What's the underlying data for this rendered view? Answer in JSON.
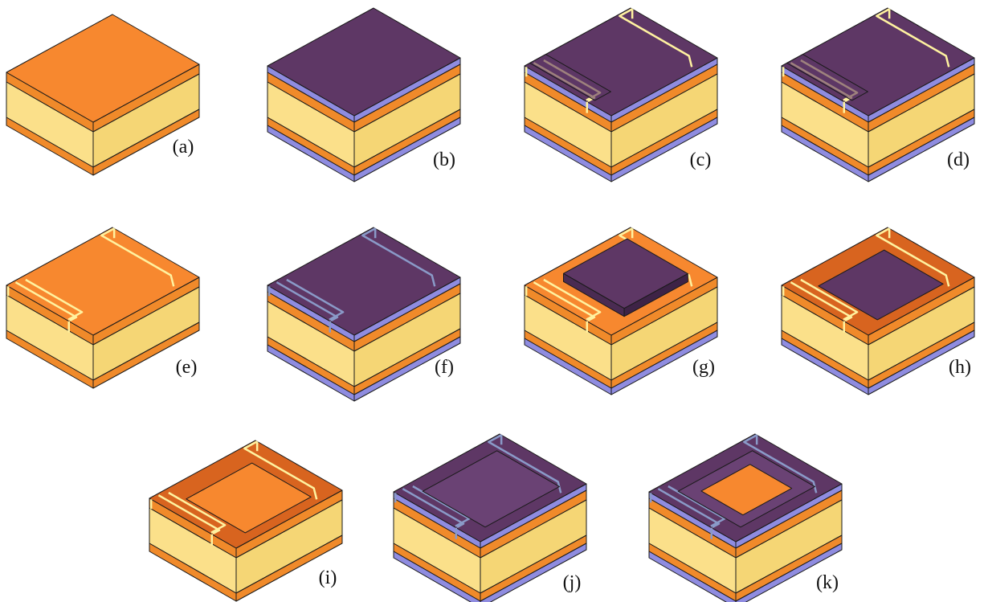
{
  "figure": {
    "panels": [
      {
        "label": "(a)",
        "stack": "bare",
        "pattern": "none",
        "top": "substrate"
      },
      {
        "label": "(b)",
        "stack": "resist",
        "pattern": "none",
        "top": "resist"
      },
      {
        "label": "(c)",
        "stack": "resist",
        "pattern": "open-trench",
        "top": "resist"
      },
      {
        "label": "(d)",
        "stack": "resist",
        "pattern": "open-trench-lines",
        "top": "resist"
      },
      {
        "label": "(e)",
        "stack": "bare",
        "pattern": "lines",
        "top": "substrate"
      },
      {
        "label": "(f)",
        "stack": "resist",
        "pattern": "faint-lines",
        "top": "resist"
      },
      {
        "label": "(g)",
        "stack": "resist-bottom",
        "pattern": "lines-raised-block",
        "top": "substrate"
      },
      {
        "label": "(h)",
        "stack": "resist-bottom",
        "pattern": "lines-sunk-frame",
        "top": "dark-substrate"
      },
      {
        "label": "(i)",
        "stack": "bare",
        "pattern": "lines-sunk-frame",
        "top": "dark-substrate"
      },
      {
        "label": "(j)",
        "stack": "resist",
        "pattern": "faint-lines-frame",
        "top": "resist"
      },
      {
        "label": "(k)",
        "stack": "resist",
        "pattern": "faint-lines-window",
        "top": "resist"
      }
    ],
    "colors": {
      "substrate_top": "#f7882f",
      "substrate_side": "#f08a2a",
      "substrate_dark": "#d8641f",
      "core_side": "#fbe08a",
      "core_side_dark": "#f5d675",
      "resist_top": "#5e3765",
      "resist_side": "#8f8ce0",
      "line_color": "#fff2a0",
      "faint_line": "#8a9ac8",
      "edge": "#1a1a1a"
    }
  }
}
